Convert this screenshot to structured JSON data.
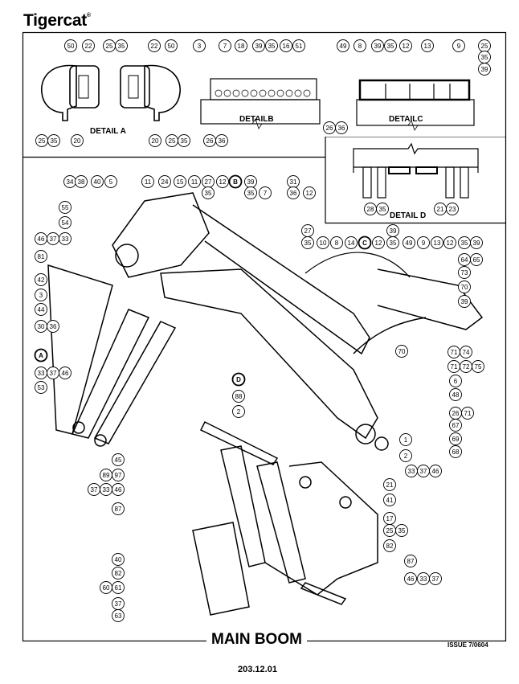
{
  "header": {
    "brand": "Tigercat",
    "trademark": "®"
  },
  "details": {
    "a": "DETAIL A",
    "b": "DETAILB",
    "c": "DETAILC",
    "d": "DETAIL D"
  },
  "footer": {
    "title": "MAIN BOOM",
    "issue": "ISSUE 7/0604",
    "page_number": "203.12.01"
  },
  "callouts": {
    "detail_a": [
      "50",
      "22",
      "25",
      "35",
      "22",
      "50",
      "25",
      "35",
      "20",
      "20",
      "25",
      "35"
    ],
    "detail_b": [
      "3",
      "7",
      "18",
      "39",
      "35",
      "16",
      "51",
      "26",
      "36"
    ],
    "detail_c": [
      "49",
      "8",
      "39",
      "35",
      "12",
      "13",
      "9",
      "25",
      "35",
      "39",
      "26",
      "36"
    ],
    "detail_d": [
      "28",
      "35",
      "21",
      "23"
    ],
    "main": [
      "34",
      "38",
      "40",
      "5",
      "11",
      "24",
      "15",
      "11",
      "27",
      "12",
      "B",
      "39",
      "35",
      "35",
      "7",
      "31",
      "36",
      "12",
      "55",
      "54",
      "46",
      "37",
      "33",
      "81",
      "42",
      "3",
      "44",
      "30",
      "36",
      "A",
      "33",
      "37",
      "46",
      "53",
      "27",
      "35",
      "10",
      "8",
      "14",
      "C",
      "12",
      "39",
      "35",
      "49",
      "9",
      "13",
      "12",
      "35",
      "39",
      "64",
      "65",
      "73",
      "70",
      "39",
      "70",
      "71",
      "74",
      "71",
      "72",
      "75",
      "6",
      "48",
      "26",
      "71",
      "67",
      "69",
      "68",
      "1",
      "2",
      "D",
      "88",
      "2",
      "33",
      "37",
      "46",
      "21",
      "41",
      "17",
      "25",
      "35",
      "82",
      "45",
      "89",
      "97",
      "37",
      "33",
      "46",
      "87",
      "40",
      "82",
      "60",
      "61",
      "37",
      "63",
      "87",
      "46",
      "33",
      "37"
    ]
  }
}
